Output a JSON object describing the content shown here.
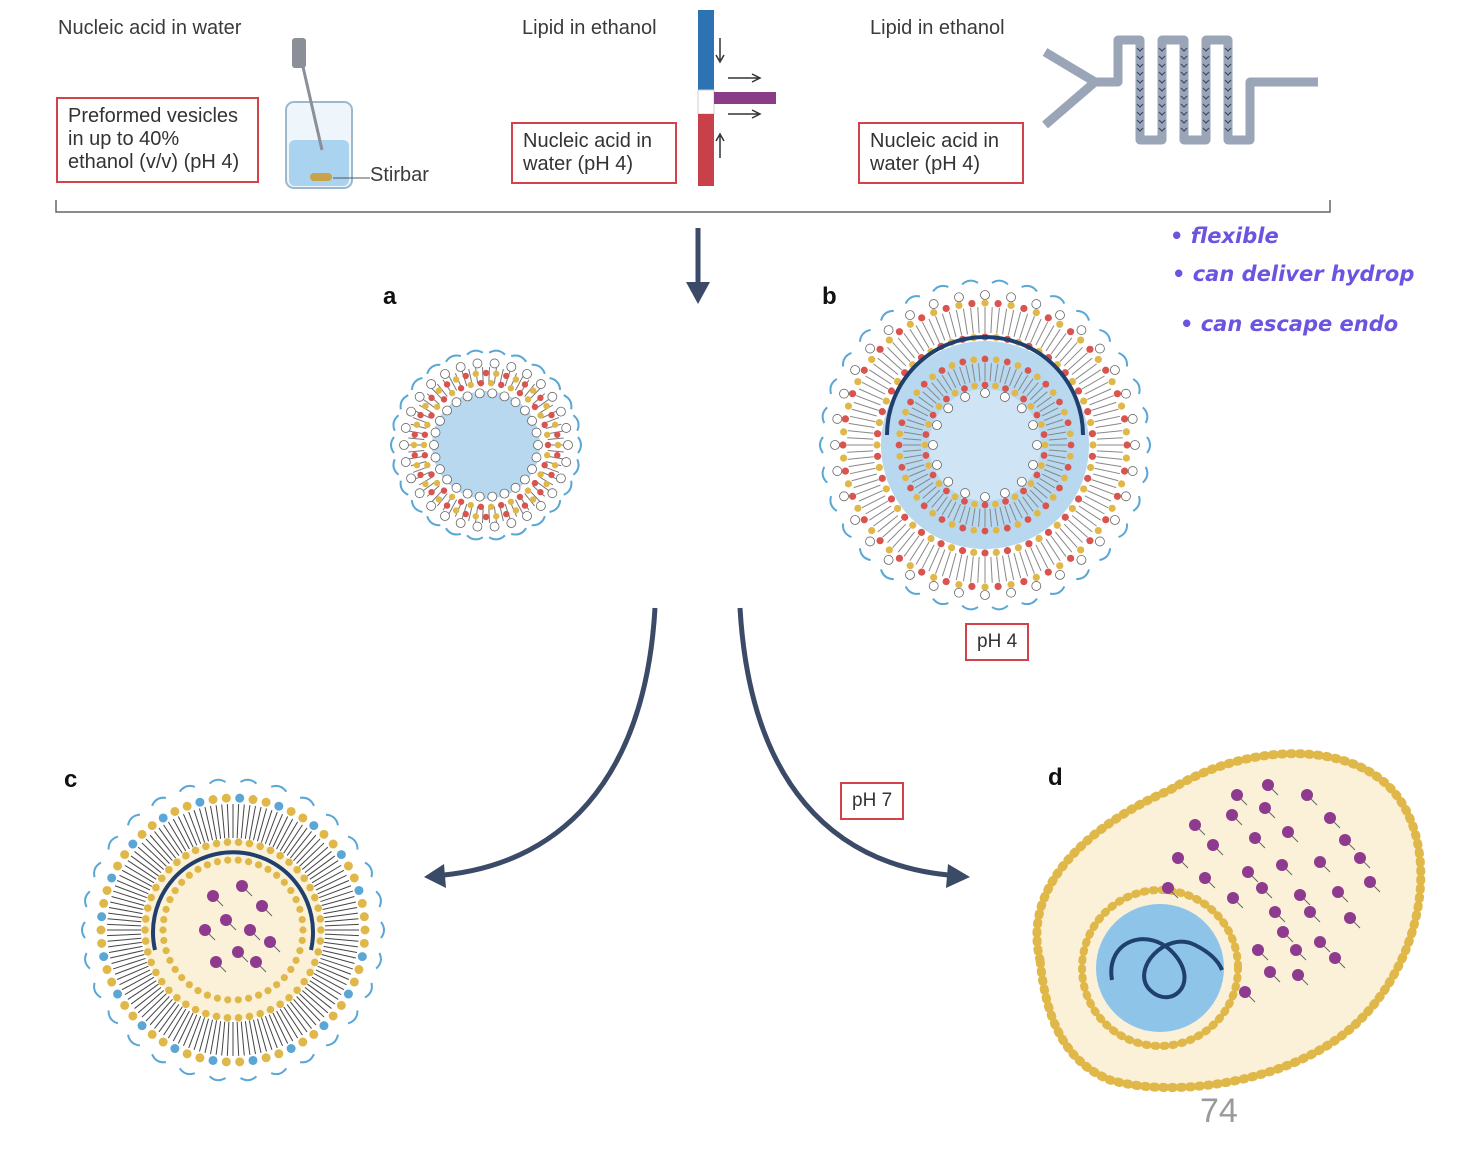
{
  "top_panel": {
    "col1_title": "Nucleic acid in water",
    "col1_box": [
      "Preformed vesicles",
      "in up to 40%",
      "ethanol (v/v) (pH 4)"
    ],
    "stirbar_label": "Stirbar",
    "col2_title": "Lipid in ethanol",
    "col2_box": [
      "Nucleic acid in",
      "water (pH 4)"
    ],
    "col3_title": "Lipid in ethanol",
    "col3_box": [
      "Nucleic acid in",
      "water (pH 4)"
    ]
  },
  "panels": {
    "a": "a",
    "b": "b",
    "c": "c",
    "d": "d"
  },
  "labels": {
    "ph4": "pH 4",
    "ph7": "pH 7"
  },
  "handwritten_notes": [
    "• flexible",
    "• can deliver hydrop",
    "• can escape endo"
  ],
  "page_number": "74",
  "colors": {
    "box_border": "#d2424a",
    "arrow": "#3b4a66",
    "note": "#6a55e0",
    "core_blue": "#b7d8ee",
    "lipid_gold": "#e0b84a",
    "lipid_red": "#d9534f",
    "purple": "#8e3a8e",
    "peg_blue": "#5aa7d6"
  }
}
